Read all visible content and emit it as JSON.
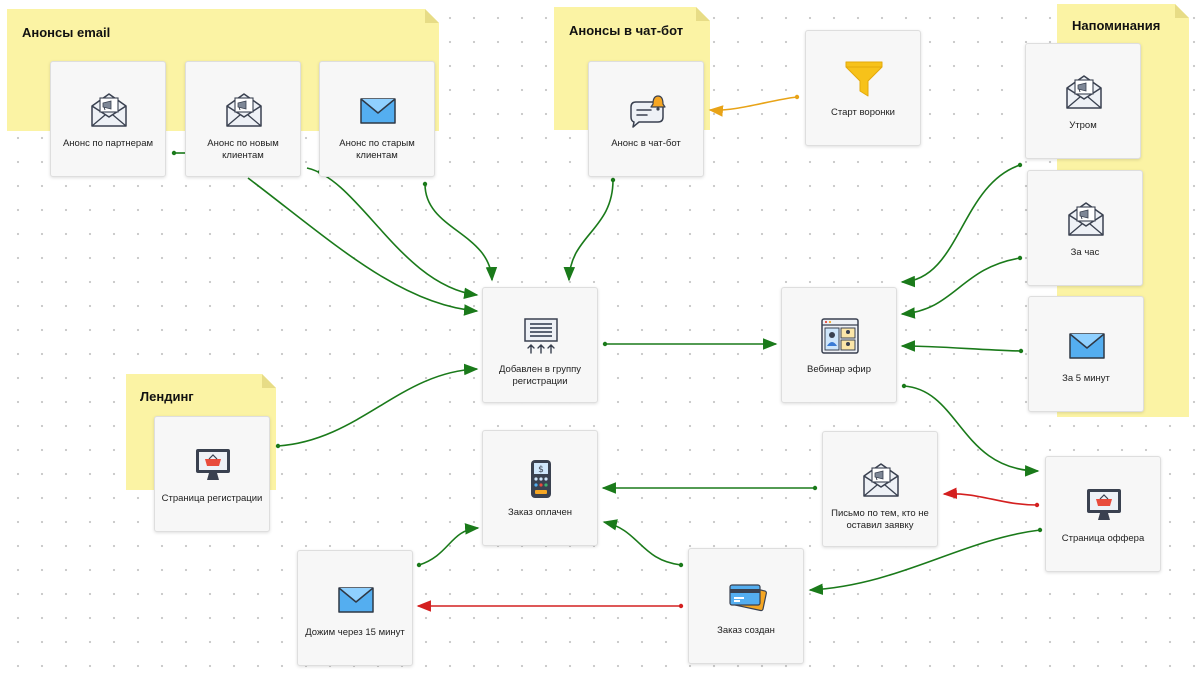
{
  "notes": {
    "email": "Анонсы email",
    "chatbot": "Анонсы в чат-бот",
    "reminders": "Напоминания",
    "landing": "Лендинг"
  },
  "nodes": {
    "partners": {
      "label": "Анонс по партнерам",
      "icon": "megaphone-envelope-icon"
    },
    "new_clients": {
      "label": "Анонс по новым клиентам",
      "icon": "megaphone-envelope-icon"
    },
    "old_clients": {
      "label": "Анонс по старым клиентам",
      "icon": "envelope-icon"
    },
    "chatbot": {
      "label": "Анонс в чат-бот",
      "icon": "chat-bell-icon"
    },
    "funnel_start": {
      "label": "Старт воронки",
      "icon": "funnel-icon"
    },
    "morning": {
      "label": "Утром",
      "icon": "megaphone-envelope-icon"
    },
    "hour_before": {
      "label": "За час",
      "icon": "megaphone-envelope-icon"
    },
    "five_min": {
      "label": "За 5 минут",
      "icon": "envelope-icon"
    },
    "reg_group": {
      "label": "Добавлен в группу регистрации",
      "icon": "group-upload-icon"
    },
    "webinar": {
      "label": "Вебинар эфир",
      "icon": "webinar-screen-icon"
    },
    "reg_page": {
      "label": "Страница регистрации",
      "icon": "monitor-basket-icon"
    },
    "order_paid": {
      "label": "Заказ оплачен",
      "icon": "payment-terminal-icon"
    },
    "no_request_letter": {
      "label": "Письмо по тем, кто не оставил заявку",
      "icon": "megaphone-envelope-icon"
    },
    "offer_page": {
      "label": "Страница оффера",
      "icon": "monitor-basket-icon"
    },
    "push_15": {
      "label": "Дожим через 15 минут",
      "icon": "envelope-icon"
    },
    "order_created": {
      "label": "Заказ создан",
      "icon": "credit-cards-icon"
    }
  },
  "colors": {
    "note": "#fbf3a4",
    "link_green": "#1a7a1a",
    "link_orange": "#e8a317",
    "link_red": "#d42020"
  }
}
